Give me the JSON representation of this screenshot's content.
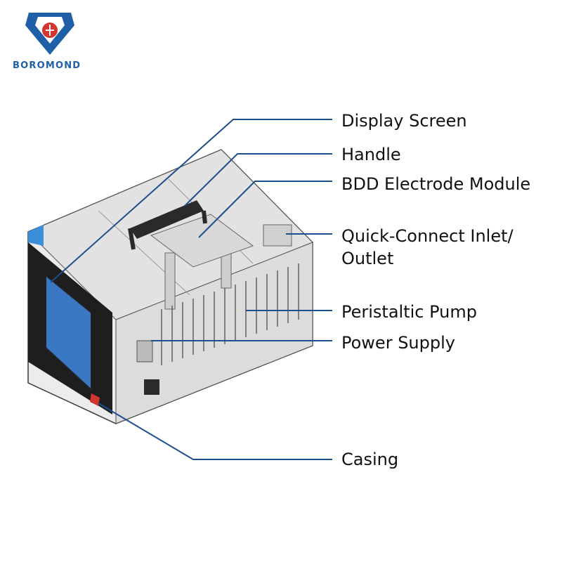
{
  "brand": {
    "name": "BOROMOND",
    "colors": {
      "logo_blue": "#1f5fa8",
      "logo_red": "#d2362f",
      "leader_line": "#1d4f8c"
    }
  },
  "callouts": [
    {
      "id": "display-screen",
      "label": "Display Screen"
    },
    {
      "id": "handle",
      "label": "Handle"
    },
    {
      "id": "bdd-electrode-module",
      "label": "BDD Electrode Module"
    },
    {
      "id": "quick-connect",
      "label": "Quick-Connect Inlet/",
      "label_line2": "Outlet"
    },
    {
      "id": "peristaltic-pump",
      "label": "Peristaltic Pump"
    },
    {
      "id": "power-supply",
      "label": "Power Supply"
    },
    {
      "id": "casing",
      "label": "Casing"
    }
  ]
}
